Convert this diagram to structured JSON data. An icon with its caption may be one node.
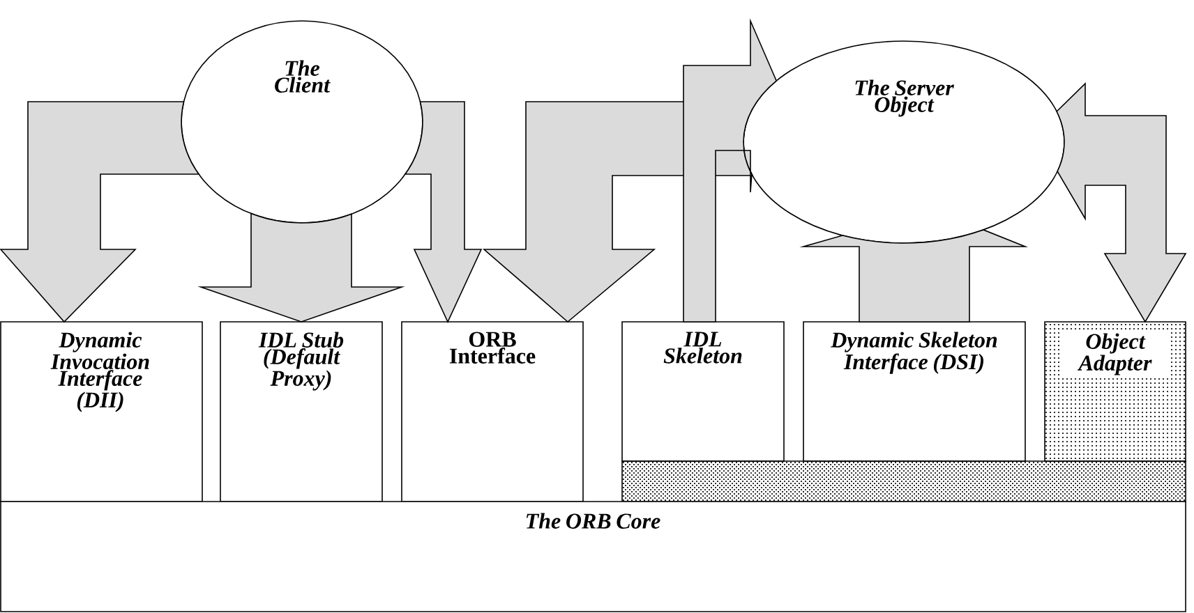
{
  "diagram": {
    "nodes": [
      {
        "text": [
          "The Client"
        ]
      },
      {
        "text": [
          "The Server Object"
        ]
      },
      {
        "text": [
          "Dynamic Invocation Interface (DII)"
        ]
      },
      {
        "text": [
          "IDL Stub (Default Proxy)"
        ]
      },
      {
        "text": [
          "ORB Interface"
        ]
      },
      {
        "text": [
          "IDL Skeleton"
        ]
      },
      {
        "text": [
          "Dynamic Skeleton Interface (DSI)"
        ]
      },
      {
        "text": [
          "Object Adapter"
        ]
      },
      {
        "text": [],
        "shape": "bar"
      },
      {
        "text": [
          "The ORB Core"
        ]
      }
    ],
    "edges": [
      {
        "from": 0,
        "to": 2,
        "arrow": "to"
      },
      {
        "from": 0,
        "to": 3,
        "arrow": "to"
      },
      {
        "from": 0,
        "to": 4,
        "arrow": "to"
      },
      {
        "from": 1,
        "to": 4,
        "arrow": "to"
      },
      {
        "from": 5,
        "to": 1,
        "arrow": "to"
      },
      {
        "from": 6,
        "to": 1,
        "arrow": "to"
      },
      {
        "from": 1,
        "to": 7,
        "arrow": "both"
      }
    ]
  }
}
